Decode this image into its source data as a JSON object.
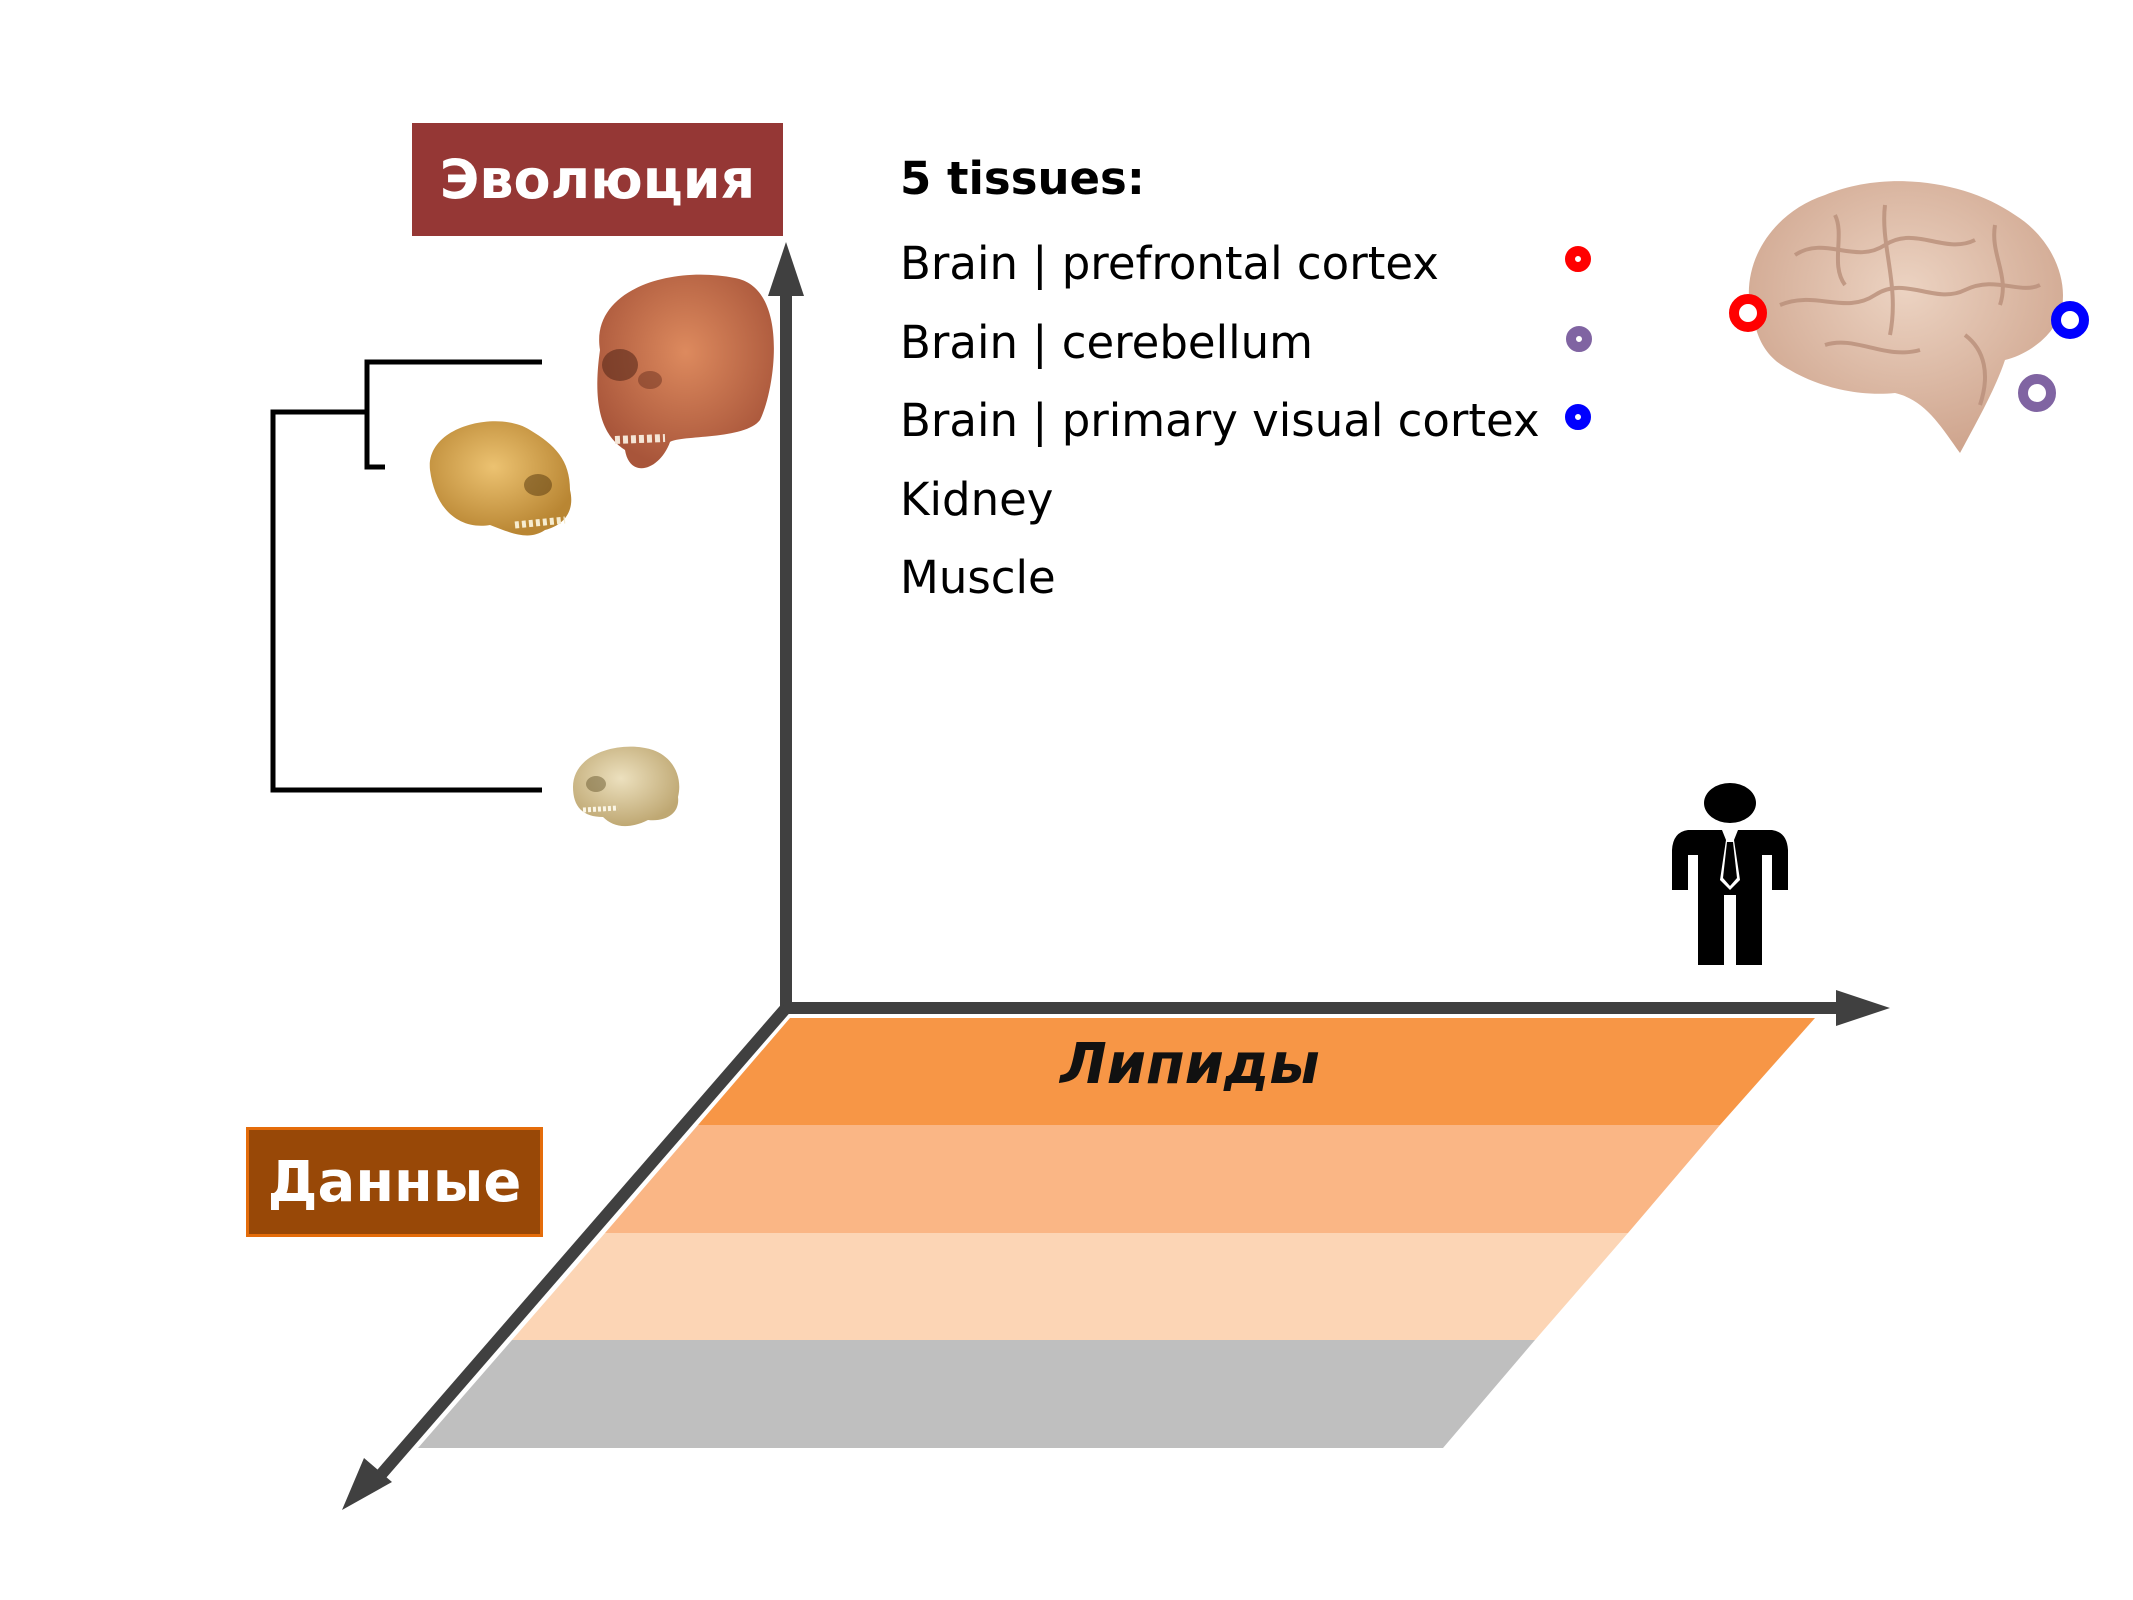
{
  "axes": {
    "vertical_label": "Эволюция",
    "depth_label": "Данные",
    "horizontal_label": "Липиды",
    "axis_color": "#404040"
  },
  "tissues": {
    "title": "5 tissues:",
    "items": [
      {
        "label": "Brain | prefrontal cortex",
        "marker_color": "#ff0000"
      },
      {
        "label": "Brain | cerebellum",
        "marker_color": "#8064a2"
      },
      {
        "label": "Brain | primary visual cortex",
        "marker_color": "#0000ff"
      },
      {
        "label": "Kidney",
        "marker_color": null
      },
      {
        "label": "Muscle",
        "marker_color": null
      }
    ]
  },
  "data_bands": [
    {
      "color": "#f79646"
    },
    {
      "color": "#fab685"
    },
    {
      "color": "#fcd5b5"
    },
    {
      "color": "#bfbfbf"
    }
  ],
  "colors": {
    "evolution_box": "#953735",
    "data_box": "#984807",
    "skull_human": "#c8714a",
    "skull_chimp": "#d6a54e",
    "skull_macaque": "#d8c79a",
    "brain": "#e2c3b0"
  },
  "icons": [
    "human-skull-icon",
    "chimpanzee-skull-icon",
    "macaque-skull-icon",
    "brain-icon",
    "person-icon"
  ]
}
